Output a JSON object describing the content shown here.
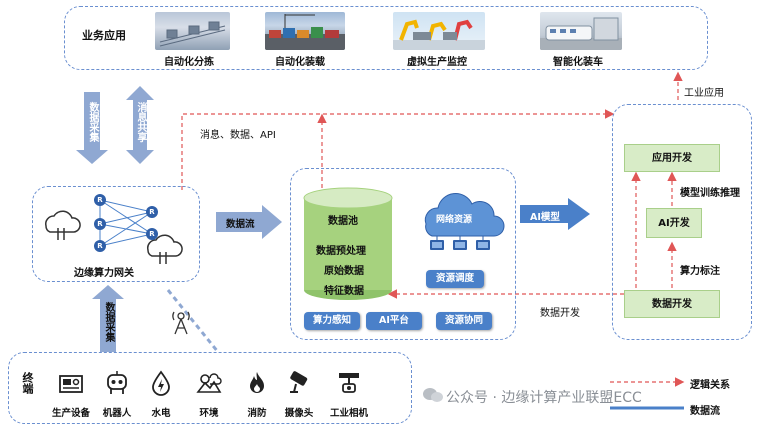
{
  "business": {
    "title": "业务应用",
    "apps": [
      {
        "label": "自动化分拣"
      },
      {
        "label": "自动化装载"
      },
      {
        "label": "虚拟生产监控"
      },
      {
        "label": "智能化装车"
      }
    ]
  },
  "arrows": {
    "data_collect_top": "数据采集",
    "message_share": "消息共享",
    "data_collect_bottom": "数据采集",
    "data_flow": "数据流",
    "ai_model": "AI模型",
    "msg_data_api": "消息、数据、API",
    "industrial_app": "工业应用",
    "data_dev": "数据开发",
    "model_train": "模型训练推理",
    "compute_label": "算力标注"
  },
  "gateway": {
    "title": "边缘算力网关",
    "router_label": "R"
  },
  "datapool": {
    "title": "数据池",
    "items": [
      "数据预处理",
      "原始数据",
      "特征数据"
    ],
    "network_resource": "网络资源",
    "resource_schedule": "资源调度",
    "buttons": [
      "算力感知",
      "AI平台",
      "资源协同"
    ]
  },
  "dev": {
    "app_dev": "应用开发",
    "ai_dev": "AI开发",
    "data_dev": "数据开发"
  },
  "terminals": {
    "title": "终端",
    "items": [
      {
        "label": "生产设备",
        "icon": "machine-icon"
      },
      {
        "label": "机器人",
        "icon": "robot-icon"
      },
      {
        "label": "水电",
        "icon": "water-power-icon"
      },
      {
        "label": "环境",
        "icon": "environment-icon"
      },
      {
        "label": "消防",
        "icon": "fire-icon"
      },
      {
        "label": "摄像头",
        "icon": "camera-icon"
      },
      {
        "label": "工业相机",
        "icon": "industrial-camera-icon"
      }
    ]
  },
  "legend": {
    "logic": "逻辑关系",
    "flow": "数据流"
  },
  "watermark": "公众号 · 边缘计算产业联盟ECC"
}
